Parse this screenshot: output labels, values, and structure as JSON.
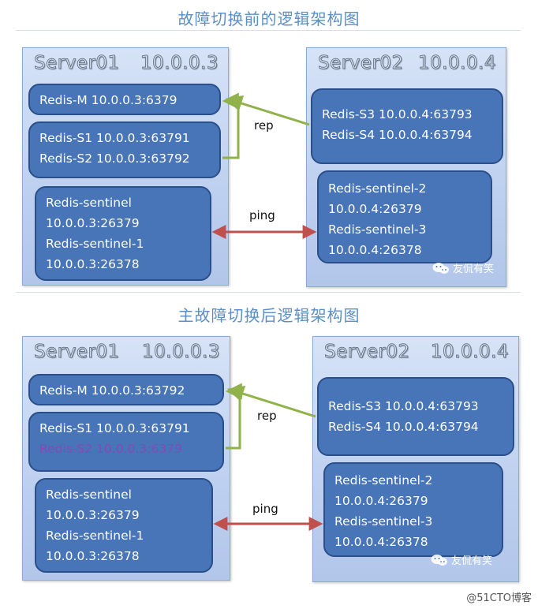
{
  "before": {
    "title": "故障切换前的逻辑架构图",
    "server01": {
      "name": "Server01",
      "ip": "10.0.0.3",
      "master_box": [
        "Redis-M 10.0.0.3:6379"
      ],
      "slaves_box": [
        "Redis-S1 10.0.0.3:63791",
        "Redis-S2 10.0.0.3:63792"
      ],
      "sentinel_box": [
        "Redis-sentinel",
        "10.0.0.3:26379",
        "Redis-sentinel-1",
        "10.0.0.3:26378"
      ]
    },
    "server02": {
      "name": "Server02",
      "ip": "10.0.0.4",
      "slaves_box": [
        "Redis-S3 10.0.0.4:63793",
        "Redis-S4 10.0.0.4:63794"
      ],
      "sentinel_box": [
        "Redis-sentinel-2",
        "10.0.0.4:26379",
        "Redis-sentinel-3",
        "10.0.0.4:26378"
      ]
    },
    "rep_label": "rep",
    "ping_label": "ping",
    "watermark": "友侃有笑"
  },
  "after": {
    "title": "主故障切换后逻辑架构图",
    "server01": {
      "name": "Server01",
      "ip": "10.0.0.3",
      "master_box": [
        "Redis-M 10.0.0.3:63792"
      ],
      "slaves_box": [
        "Redis-S1 10.0.0.3:63791",
        "Redis-S2 10.0.0.3:6379"
      ],
      "sentinel_box": [
        "Redis-sentinel",
        "10.0.0.3:26379",
        "Redis-sentinel-1",
        "10.0.0.3:26378"
      ]
    },
    "server02": {
      "name": "Server02",
      "ip": "10.0.0.4",
      "slaves_box": [
        "Redis-S3 10.0.0.4:63793",
        "Redis-S4 10.0.0.4:63794"
      ],
      "sentinel_box": [
        "Redis-sentinel-2",
        "10.0.0.4:26379",
        "Redis-sentinel-3",
        "10.0.0.4:26378"
      ]
    },
    "rep_label": "rep",
    "ping_label": "ping",
    "watermark": "友侃有笑"
  },
  "footer_watermark": "@51CTO博客",
  "colors": {
    "box_fill": "#4874b8",
    "rep_arrow": "#8fb24a",
    "ping_arrow": "#c0504d",
    "promoted_text": "#8a47b8",
    "title": "#5b8fc6"
  }
}
